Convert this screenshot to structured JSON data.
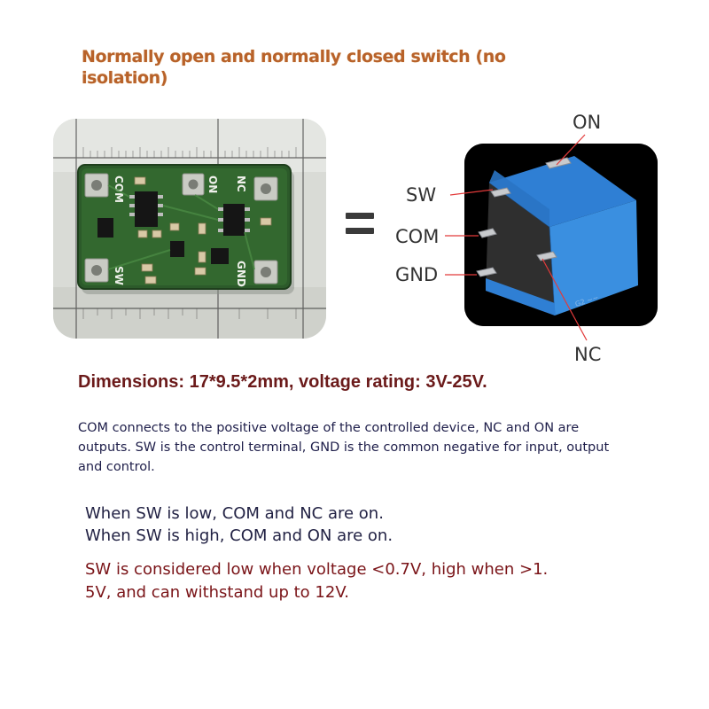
{
  "title": "Normally open and normally closed switch (no isolation)",
  "board_silkscreen": {
    "com": "COM",
    "on": "ON",
    "nc": "NC",
    "sw": "SW",
    "gnd": "GND"
  },
  "relay_pins": {
    "on": "ON",
    "sw": "SW",
    "com": "COM",
    "gnd": "GND",
    "nc": "NC"
  },
  "dimensions_line": "Dimensions: 17*9.5*2mm, voltage rating: 3V-25V.",
  "description": "COM connects to the positive voltage of the controlled device, NC and ON are outputs. SW is the control terminal, GND is the common negative for input, output and control.",
  "states": [
    "When SW is low, COM and NC are on.",
    "When SW is high, COM and ON are on."
  ],
  "threshold_lines": [
    "SW is considered low when voltage <0.7V, high when >1.",
    "5V, and can withstand up to 12V."
  ],
  "colors": {
    "title": "#b8622a",
    "pcb": "#2c5a2a",
    "relay": "#3a8fe0",
    "dims": "#6b1a1a",
    "threshold": "#7a1418"
  }
}
